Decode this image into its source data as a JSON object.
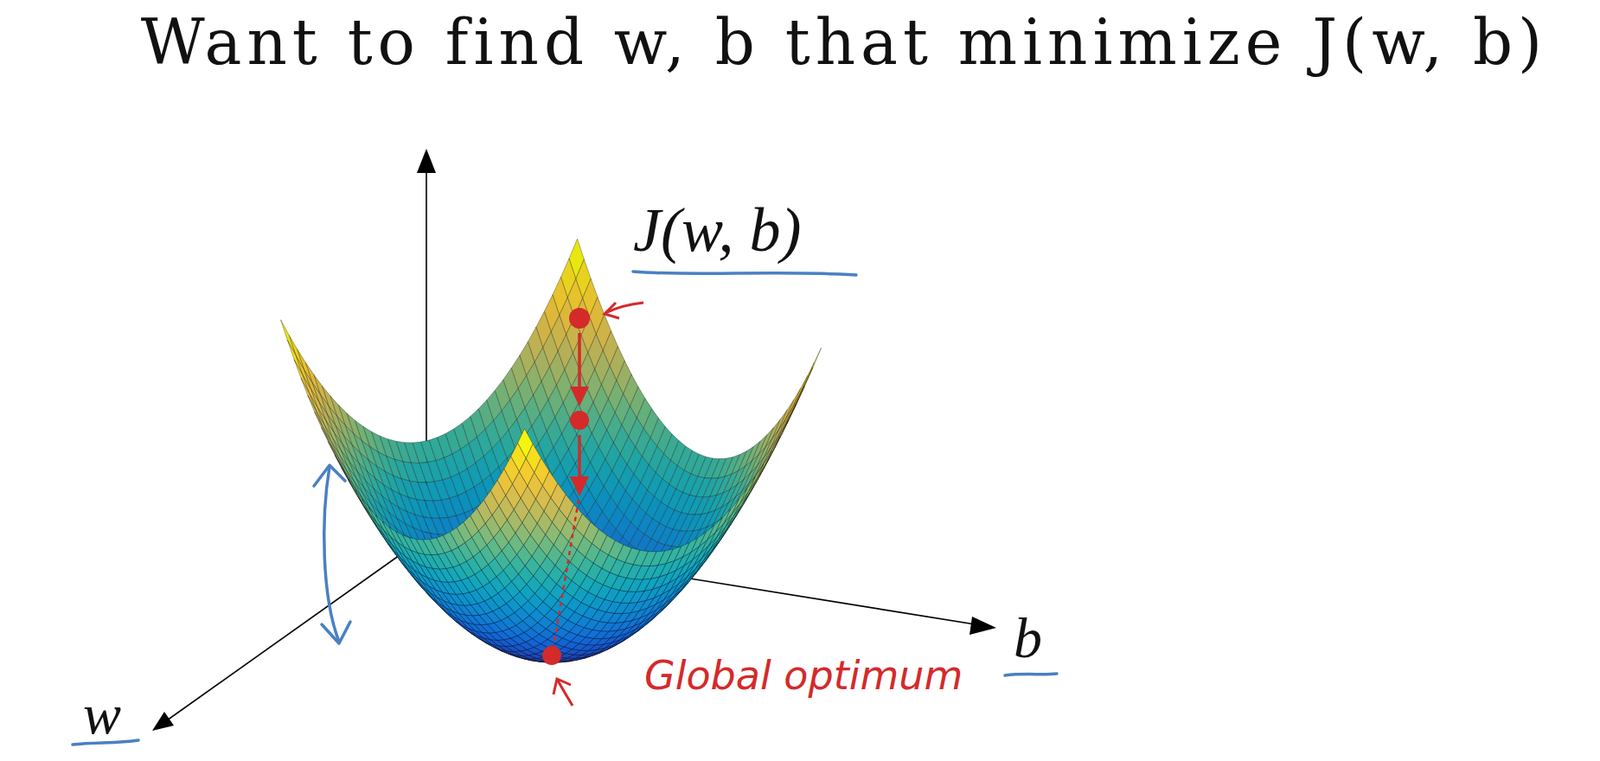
{
  "diagram": {
    "title": "Want to find w, b that minimize J(w, b)",
    "labels": [
      "J(w, b)",
      "w",
      "b",
      "Global optimum"
    ]
  }
}
